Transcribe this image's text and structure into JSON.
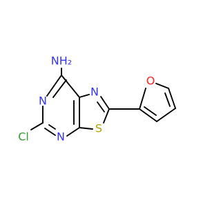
{
  "molecule": {
    "atoms": {
      "amine": {
        "label": "NH₂",
        "color": "#3333ff"
      },
      "n_ring_top": {
        "label": "N",
        "color": "#3333ff"
      },
      "n_pyr_left": {
        "label": "N",
        "color": "#3333ff"
      },
      "n_pyr_bottom": {
        "label": "N",
        "color": "#3333ff"
      },
      "sulfur": {
        "label": "S",
        "color": "#b3a000"
      },
      "chlorine": {
        "label": "Cl",
        "color": "#2ca02c"
      },
      "oxygen": {
        "label": "O",
        "color": "#ff2020"
      }
    },
    "bond_color": "#000000"
  }
}
